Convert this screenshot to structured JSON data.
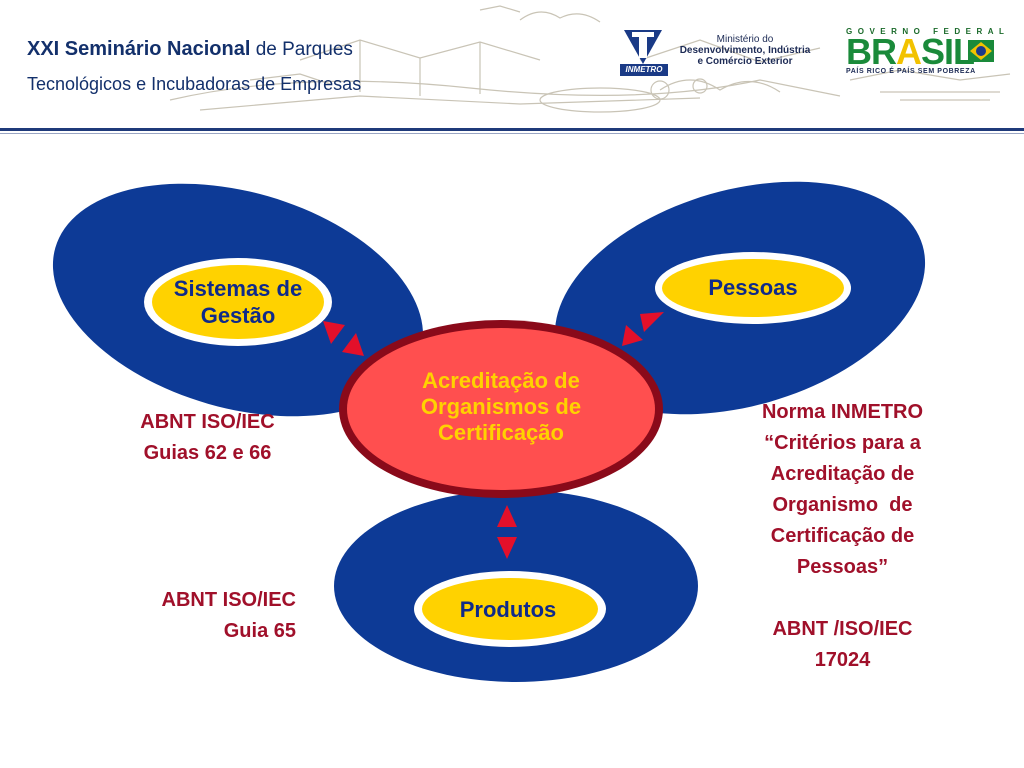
{
  "header": {
    "title_bold": "XXI Seminário Nacional",
    "title_rest": " de Parques",
    "subtitle": "Tecnológicos e Incubadoras de Empresas",
    "inmetro_label": "INMETRO",
    "ministry": [
      "Ministério do",
      "Desenvolvimento, Indústria",
      "e Comércio Exterior"
    ],
    "gov_label": "GOVERNO FEDERAL",
    "brasil_a": "BR",
    "brasil_b": "A",
    "brasil_c": "SIL",
    "gov_slogan": "PAÍS RICO É PAÍS SEM POBREZA"
  },
  "diagram": {
    "nodes": [
      {
        "id": "sistemas",
        "lines": [
          "Sistemas de",
          "Gestão"
        ]
      },
      {
        "id": "pessoas",
        "lines": [
          "Pessoas"
        ]
      },
      {
        "id": "produtos",
        "lines": [
          "Produtos"
        ]
      }
    ],
    "center": {
      "lines": [
        "Acreditação de",
        "Organismos de",
        "Certificação"
      ]
    },
    "references": [
      {
        "id": "ref-guias-62-66",
        "lines": [
          "ABNT ISO/IEC",
          "Guias 62 e 66"
        ]
      },
      {
        "id": "ref-guia-65",
        "lines": [
          "ABNT ISO/IEC",
          "Guia 65"
        ]
      },
      {
        "id": "ref-norma-inmetro",
        "lines": [
          "Norma INMETRO",
          "“Critérios para a",
          "Acreditação de",
          "Organismo  de",
          "Certificação de",
          "Pessoas”",
          "",
          "ABNT /ISO/IEC",
          "17024"
        ]
      }
    ]
  },
  "colors": {
    "navy": "#0d3a96",
    "gold": "#ffd200",
    "center_fill": "#ff4f4f",
    "center_border": "#8a0a1a",
    "arrow": "#e3102a",
    "reference_text": "#a0102a"
  }
}
